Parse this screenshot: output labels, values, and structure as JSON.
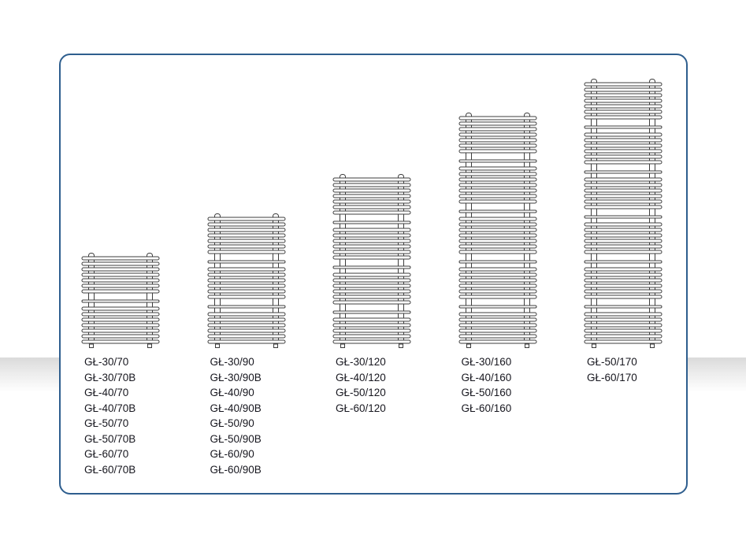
{
  "panel": {
    "border_color": "#2e5e8e",
    "background": "#ffffff"
  },
  "drawing": {
    "stroke_color": "#3c3c3c",
    "fill_color": "#ffffff"
  },
  "text_color": "#17171f",
  "radiators": [
    {
      "name": "height-70-series",
      "groups": [
        7,
        7
      ],
      "models": [
        "GŁ-30/70",
        "GŁ-30/70B",
        "GŁ-40/70",
        "GŁ-40/70B",
        "GŁ-50/70",
        "GŁ-50/70B",
        "GŁ-60/70",
        "GŁ-60/70B"
      ]
    },
    {
      "name": "height-90-series",
      "groups": [
        7,
        6,
        6
      ],
      "models": [
        "GŁ-30/90",
        "GŁ-30/90B",
        "GŁ-40/90",
        "GŁ-40/90B",
        "GŁ-50/90",
        "GŁ-50/90B",
        "GŁ-60/90",
        "GŁ-60/90B"
      ]
    },
    {
      "name": "height-120-series",
      "groups": [
        7,
        6,
        6,
        5
      ],
      "models": [
        "GŁ-30/120",
        "GŁ-40/120",
        "GŁ-50/120",
        "GŁ-60/120"
      ]
    },
    {
      "name": "height-160-series",
      "groups": [
        7,
        7,
        7,
        6,
        6
      ],
      "models": [
        "GŁ-30/160",
        "GŁ-40/160",
        "GŁ-50/160",
        "GŁ-60/160"
      ]
    },
    {
      "name": "height-170-series",
      "groups": [
        7,
        6,
        6,
        6,
        6,
        6
      ],
      "models": [
        "GŁ-50/170",
        "GŁ-60/170"
      ]
    }
  ]
}
